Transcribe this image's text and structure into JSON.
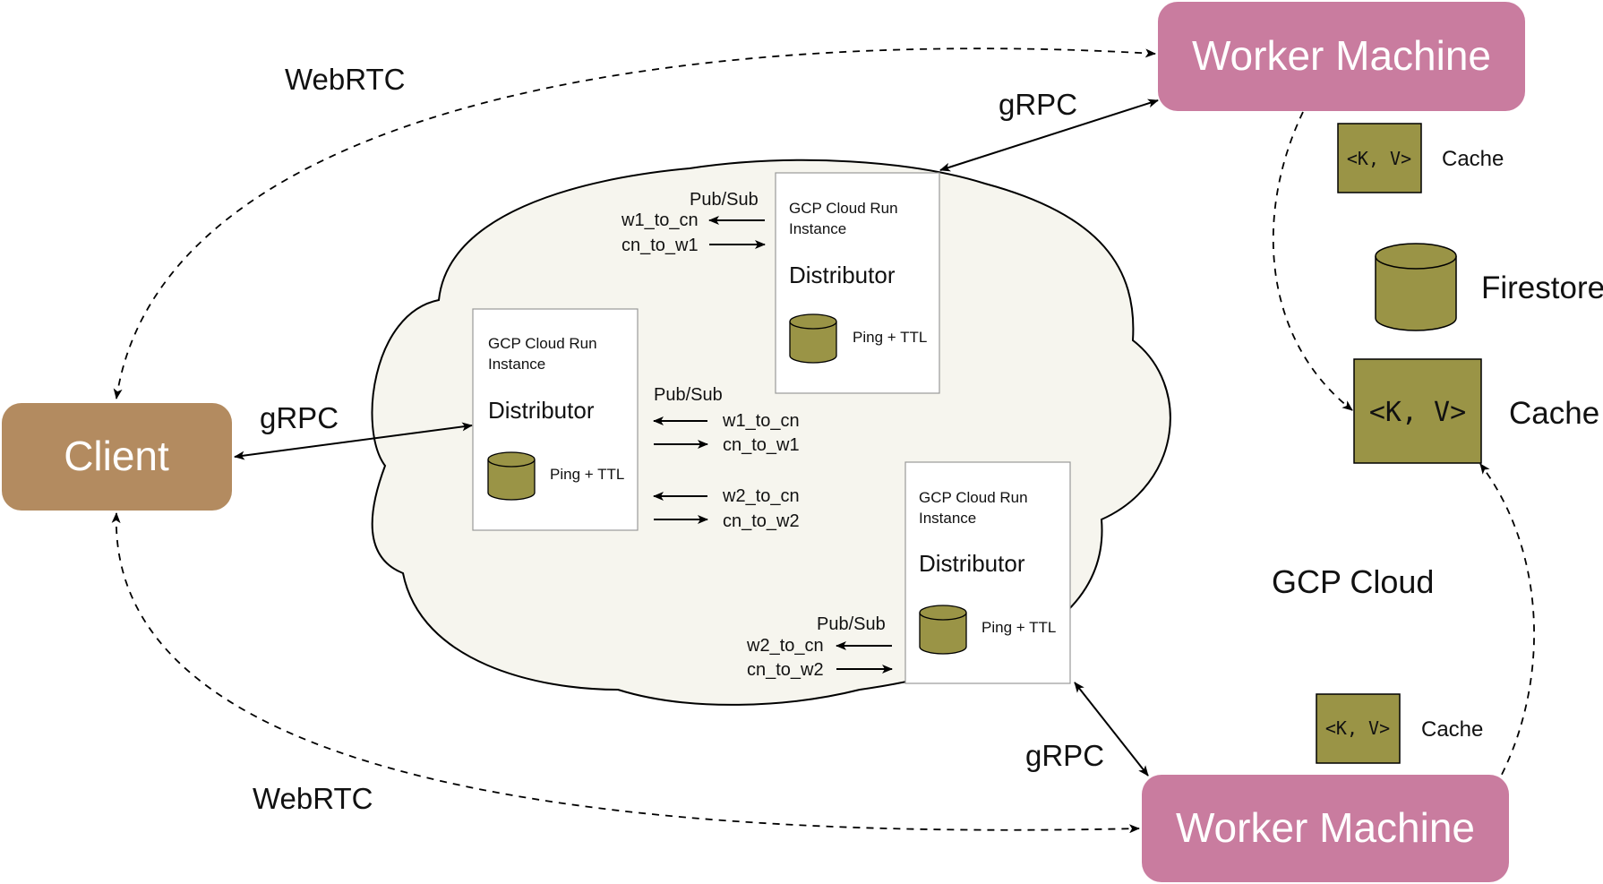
{
  "nodes": {
    "client": {
      "label": "Client"
    },
    "worker_top": {
      "label": "Worker Machine"
    },
    "worker_bottom": {
      "label": "Worker Machine"
    }
  },
  "cloud": {
    "label": "GCP Cloud"
  },
  "instances": [
    {
      "title_line1": "GCP Cloud Run",
      "title_line2": "Instance",
      "name": "Distributor",
      "store_label": "Ping + TTL"
    },
    {
      "title_line1": "GCP Cloud Run",
      "title_line2": "Instance",
      "name": "Distributor",
      "store_label": "Ping + TTL"
    },
    {
      "title_line1": "GCP Cloud Run",
      "title_line2": "Instance",
      "name": "Distributor",
      "store_label": "Ping + TTL"
    }
  ],
  "pubsub": {
    "top": {
      "header": "Pub/Sub",
      "in": "w1_to_cn",
      "out": "cn_to_w1"
    },
    "middle_w1": {
      "header": "Pub/Sub",
      "in": "w1_to_cn",
      "out": "cn_to_w1"
    },
    "middle_w2": {
      "in": "w2_to_cn",
      "out": "cn_to_w2"
    },
    "bottom": {
      "header": "Pub/Sub",
      "in": "w2_to_cn",
      "out": "cn_to_w2"
    }
  },
  "edges": {
    "grpc_top": "gRPC",
    "grpc_client": "gRPC",
    "grpc_bottom": "gRPC",
    "webrtc_top": "WebRTC",
    "webrtc_bottom": "WebRTC"
  },
  "storage": {
    "cache_kv": "<K, V>",
    "cache_label_top": "Cache",
    "firestore_label": "Firestore",
    "cache_main_label": "Cache",
    "cache_label_bottom": "Cache"
  },
  "colors": {
    "client": "#b38b60",
    "worker": "#c97c9f",
    "cloud_fill": "#f6f5ee",
    "storage": "#9a9446",
    "text_light": "#ffffff"
  }
}
